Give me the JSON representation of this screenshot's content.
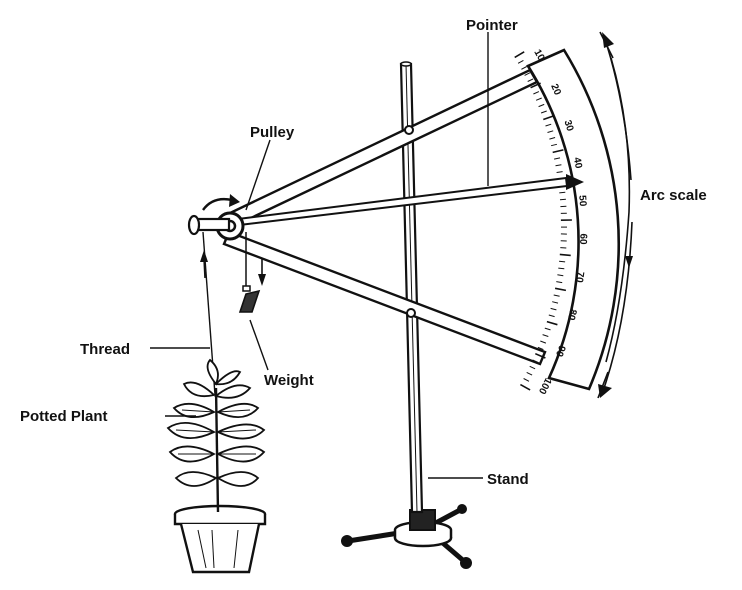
{
  "labels": {
    "pointer": "Pointer",
    "pulley": "Pulley",
    "arc_scale": "Arc scale",
    "thread": "Thread",
    "weight": "Weight",
    "potted_plant": "Potted Plant",
    "stand": "Stand"
  },
  "scale": {
    "ticks": [
      "10",
      "20",
      "30",
      "40",
      "50",
      "60",
      "70",
      "80",
      "90",
      "100"
    ]
  }
}
